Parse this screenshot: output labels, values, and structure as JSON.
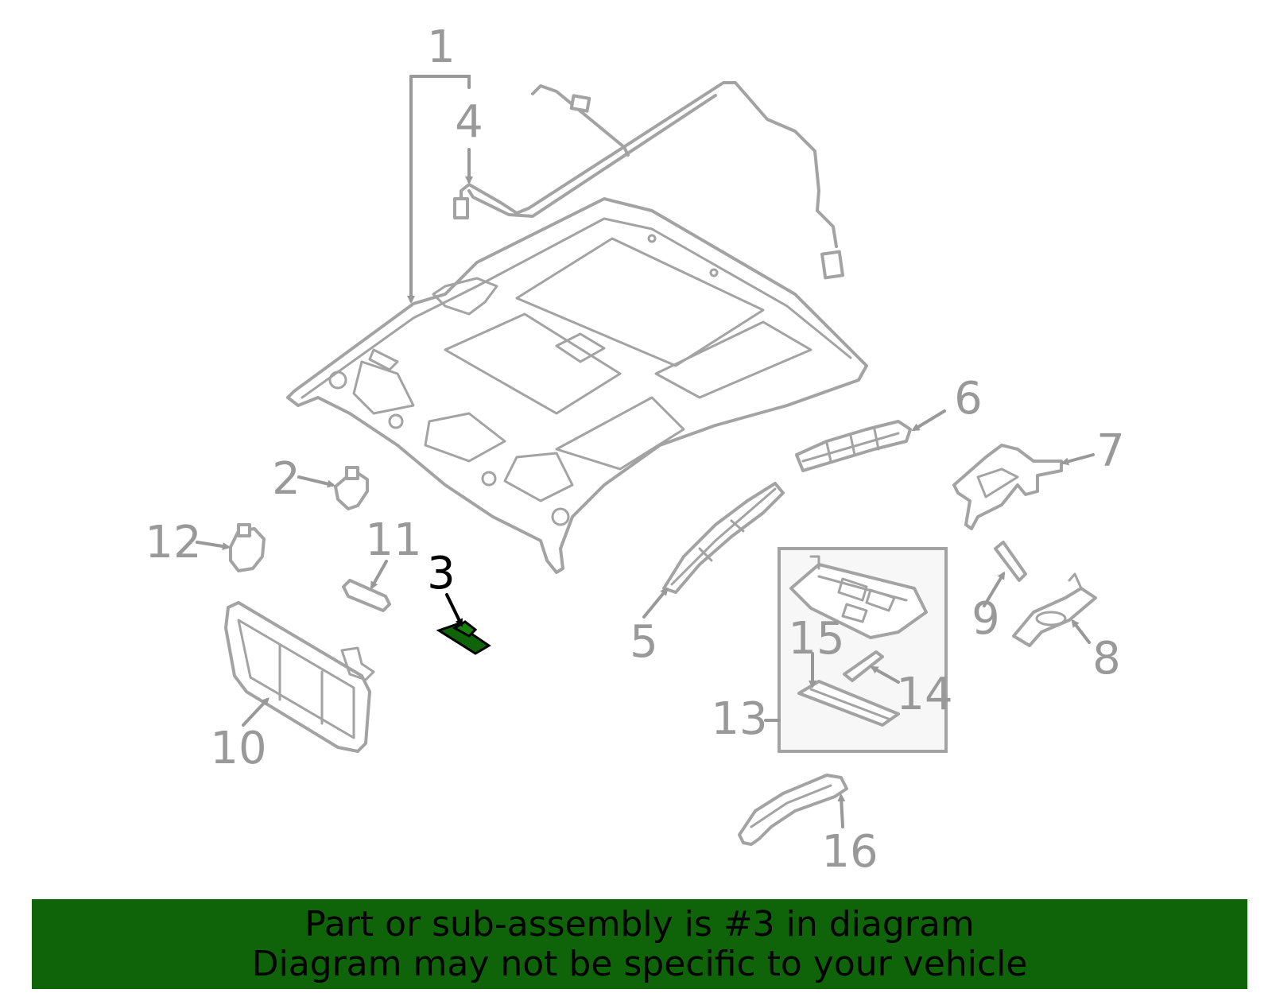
{
  "diagram": {
    "callouts": {
      "c1": "1",
      "c2": "2",
      "c3": "3",
      "c4": "4",
      "c5": "5",
      "c6": "6",
      "c7": "7",
      "c8": "8",
      "c9": "9",
      "c10": "10",
      "c11": "11",
      "c12": "12",
      "c13": "13",
      "c14": "14",
      "c15": "15",
      "c16": "16"
    },
    "highlighted_part": "3",
    "colors": {
      "line": "#a3a3a3",
      "callout": "#999999",
      "highlight": "#0f6308",
      "active_callout": "#000000"
    }
  },
  "banner": {
    "line1": "Part or sub-assembly is #3 in diagram",
    "line2": "Diagram may not be specific to your vehicle"
  }
}
